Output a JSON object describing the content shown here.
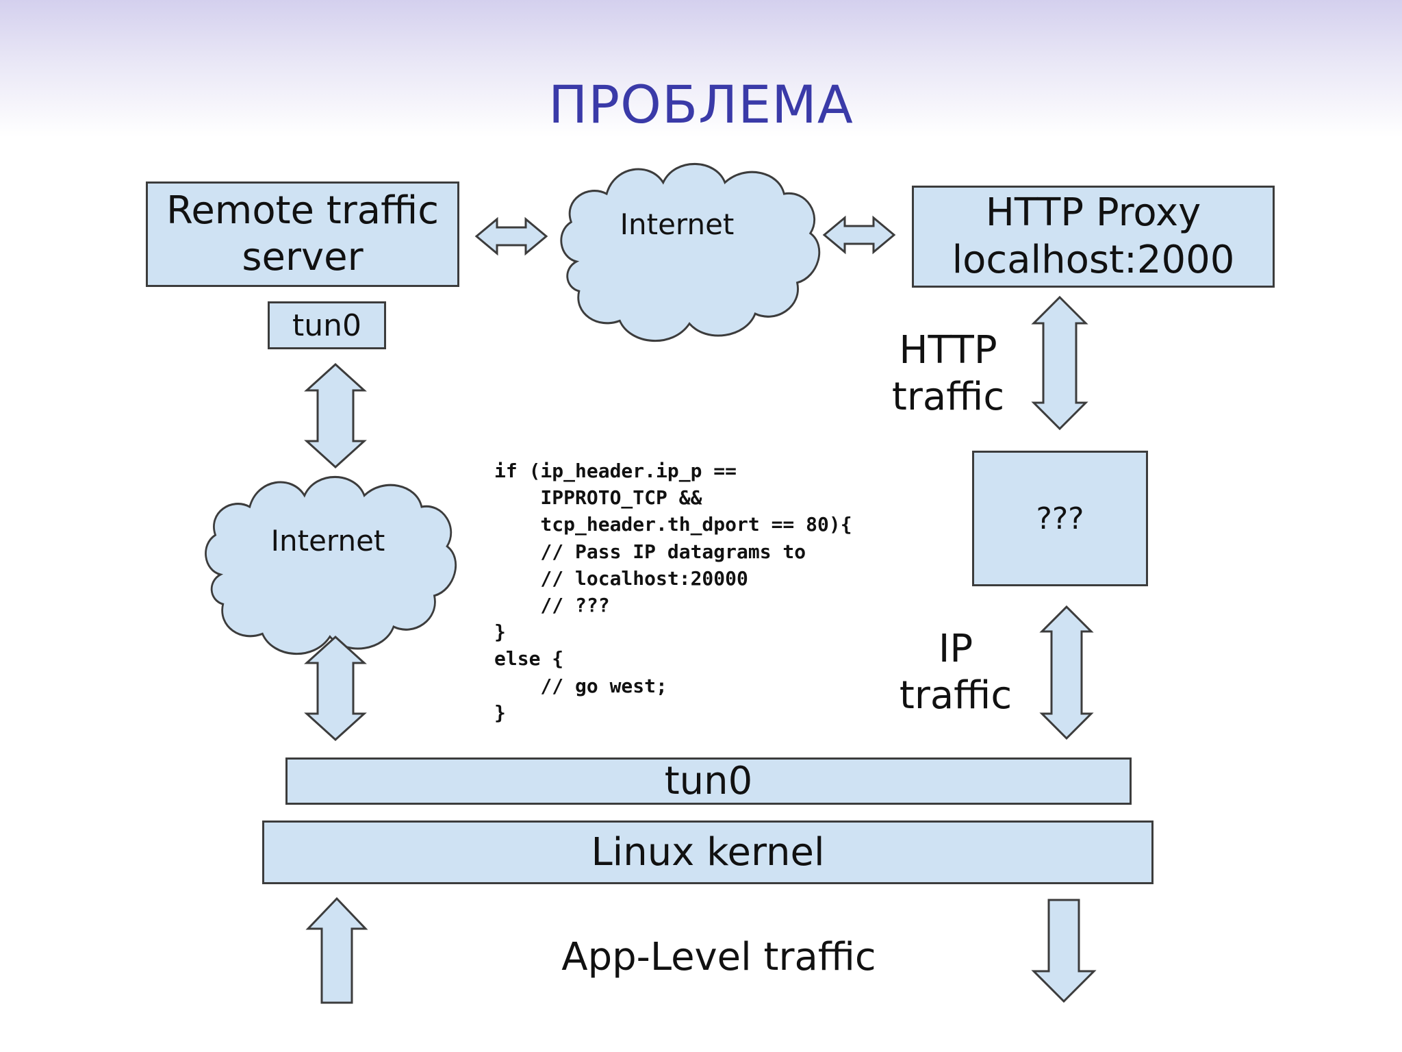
{
  "title": "ПРОБЛЕМА",
  "boxes": {
    "remote_server": "Remote traffic server",
    "tun0_top": "tun0",
    "http_proxy_line1": "HTTP Proxy",
    "http_proxy_line2": "localhost:2000",
    "unknown": "???",
    "tun0_bottom": "tun0",
    "kernel": "Linux kernel"
  },
  "clouds": {
    "top": "Internet",
    "left": "Internet"
  },
  "labels": {
    "http_traffic_line1": "HTTP",
    "http_traffic_line2": "traffic",
    "ip_traffic_line1": "IP",
    "ip_traffic_line2": "traffic",
    "app_level": "App-Level traffic"
  },
  "code_lines": [
    "if (ip_header.ip_p ==",
    "    IPPROTO_TCP &&",
    "    tcp_header.th_dport == 80){",
    "    // Pass IP datagrams to",
    "    // localhost:20000",
    "    // ???",
    "}",
    "else {",
    "    // go west;",
    "}"
  ],
  "colors": {
    "box_fill": "#cfe2f3",
    "outline": "#3c3c3c",
    "title": "#3a3aa8"
  }
}
